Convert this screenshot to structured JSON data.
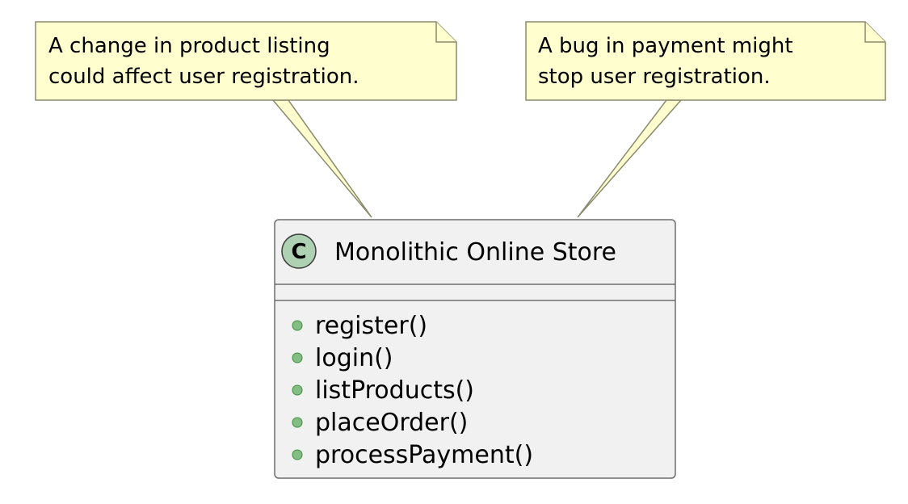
{
  "diagram": {
    "notes": [
      {
        "lines": [
          "A change in product listing",
          "could affect user registration."
        ]
      },
      {
        "lines": [
          "A bug in payment might",
          "stop user registration."
        ]
      }
    ],
    "class": {
      "stereotype_letter": "C",
      "name": "Monolithic Online Store",
      "fields": [],
      "methods": [
        "register()",
        "login()",
        "listProducts()",
        "placeOrder()",
        "processPayment()"
      ]
    },
    "colors": {
      "note_fill": "#FEFECE",
      "note_border": "#8A8A6E",
      "class_fill": "#F1F1F1",
      "class_border": "#6E6E6E",
      "stereotype_fill": "#ADD1B2",
      "public_method_dot": "#84BE84"
    }
  }
}
